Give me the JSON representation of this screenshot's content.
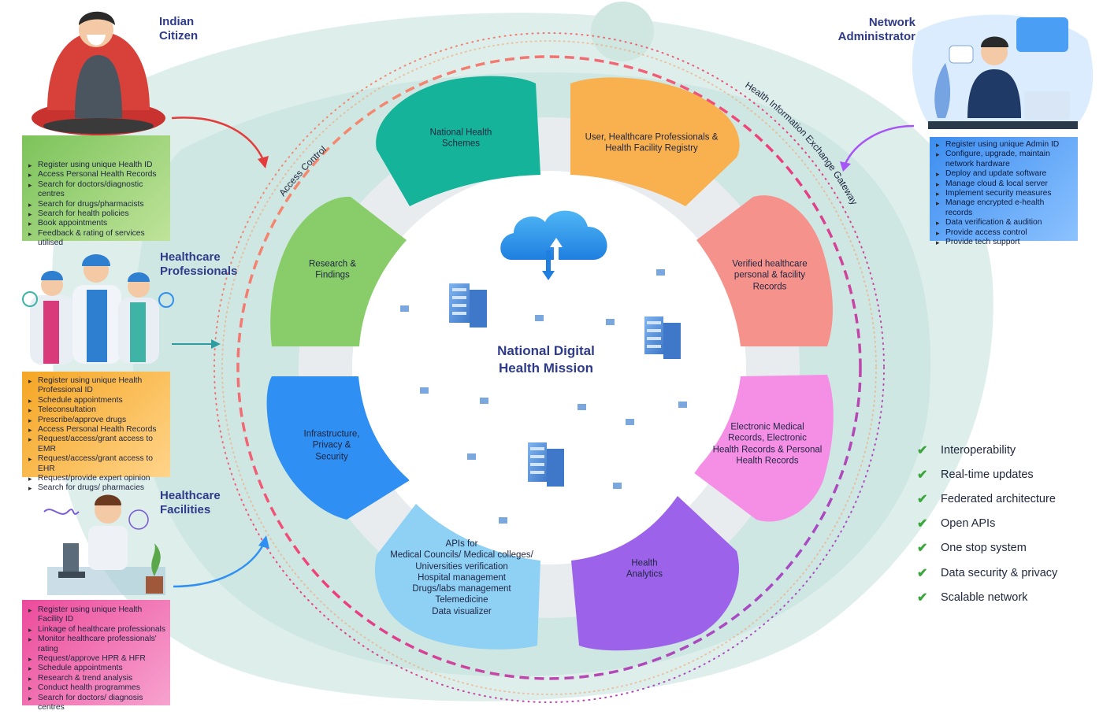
{
  "center": {
    "title_line1": "National Digital",
    "title_line2": "Health Mission"
  },
  "ring_labels": {
    "access_control": "Access Control",
    "gateway": "Health Information Exchange Gateway"
  },
  "segments": [
    {
      "id": "national-health-schemes",
      "color": "#14b39a",
      "lines": [
        "National Health",
        "Schemes"
      ]
    },
    {
      "id": "registry",
      "color": "#f9b04f",
      "lines": [
        "User, Healthcare Professionals &",
        "Health Facility Registry"
      ]
    },
    {
      "id": "verified-records",
      "color": "#f6928c",
      "lines": [
        "Verified healthcare",
        "personal & facility",
        "Records"
      ]
    },
    {
      "id": "electronic-records",
      "color": "#f58fe6",
      "lines": [
        "Electronic Medical",
        "Records,  Electronic",
        "Health Records & Personal",
        "Health Records"
      ]
    },
    {
      "id": "health-analytics",
      "color": "#9c63ea",
      "lines": [
        "Health",
        "Analytics"
      ]
    },
    {
      "id": "apis",
      "color": "#8fd0f5",
      "lines": [
        "APIs for",
        "Medical Councils/ Medical colleges/",
        "Universities verification",
        "Hospital management",
        "Drugs/labs management",
        "Telemedicine",
        "Data visualizer"
      ]
    },
    {
      "id": "infrastructure",
      "color": "#2f8ff2",
      "lines": [
        "Infrastructure,",
        "Privacy &",
        "Security"
      ]
    },
    {
      "id": "research",
      "color": "#88cd6a",
      "lines": [
        "Research &",
        "Findings"
      ]
    }
  ],
  "roles": {
    "citizen": {
      "title_line1": "Indian",
      "title_line2": "Citizen",
      "color": "#7cc35a",
      "items": [
        "Register using unique Health ID",
        "Access Personal Health Records",
        "Search for doctors/diagnostic centres",
        "Search for drugs/pharmacists",
        "Search for health policies",
        "Book appointments",
        "Feedback & rating of services utilised"
      ]
    },
    "professionals": {
      "title_line1": "Healthcare",
      "title_line2": "Professionals",
      "color": "#f5a623",
      "items": [
        "Register using unique Health Professional  ID",
        "Schedule appointments",
        "Teleconsultation",
        "Prescribe/approve drugs",
        "Access Personal Health Records",
        "Request/access/grant access to EMR",
        "Request/access/grant access to EHR",
        "Request/provide expert opinion",
        "Search for drugs/ pharmacies"
      ]
    },
    "facilities": {
      "title_line1": "Healthcare",
      "title_line2": "Facilities",
      "color": "#ec4a9b",
      "items": [
        "Register using unique Health Facility ID",
        "Linkage of healthcare professionals",
        "Monitor healthcare professionals' rating",
        "Request/approve HPR & HFR",
        "Schedule appointments",
        "Research & trend analysis",
        "Conduct health programmes",
        "Search for doctors/ diagnosis centres"
      ]
    },
    "administrator": {
      "title_line1": "Network",
      "title_line2": "Administrator",
      "color": "#3d8ef0",
      "items": [
        "Register using unique Admin ID",
        "Configure, upgrade, maintain network hardware",
        "Deploy and update software",
        "Manage cloud & local server",
        "Implement security measures",
        "Manage encrypted e-health records",
        "Data verification & audition",
        "Provide access control",
        "Provide tech support"
      ]
    }
  },
  "features": [
    "Interoperability",
    "Real-time updates",
    "Federated architecture",
    "Open APIs",
    "One stop system",
    "Data security & privacy",
    "Scalable network"
  ],
  "icons": [
    "cloud-upload-icon",
    "server-rack-icon",
    "network-node-icon",
    "checkmark-icon",
    "sick-citizen-illustration",
    "doctors-illustration",
    "lab-scientist-illustration",
    "support-agent-illustration"
  ]
}
